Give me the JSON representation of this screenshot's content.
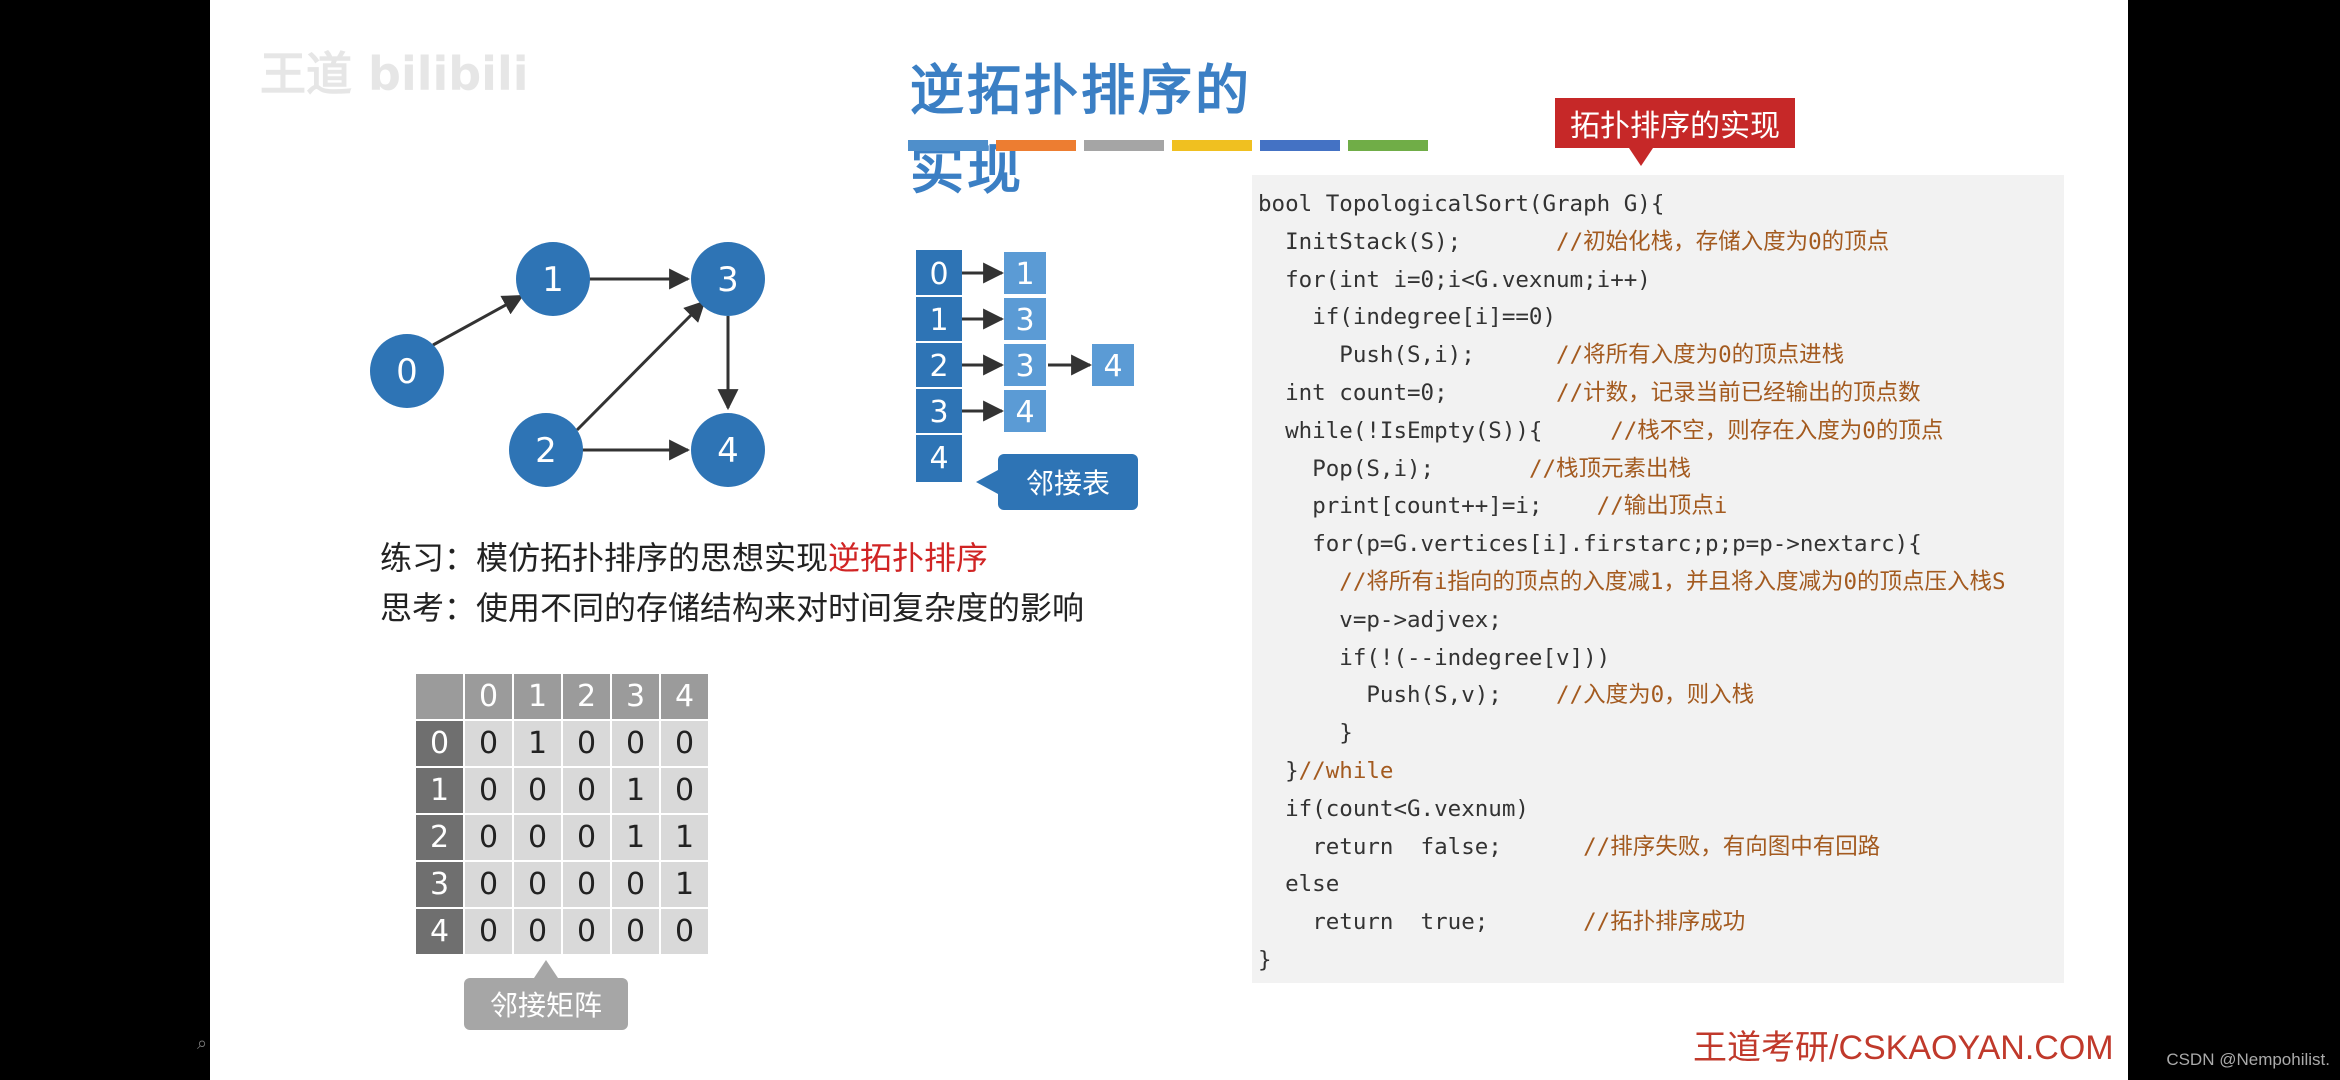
{
  "title": "逆拓扑排序的实现",
  "stripe_colors": [
    "#4f8fcb",
    "#ed7d31",
    "#a5a5a5",
    "#f0c020",
    "#4472c4",
    "#70ad47"
  ],
  "graph": {
    "nodes": [
      {
        "id": "0",
        "label": "0"
      },
      {
        "id": "1",
        "label": "1"
      },
      {
        "id": "2",
        "label": "2"
      },
      {
        "id": "3",
        "label": "3"
      },
      {
        "id": "4",
        "label": "4"
      }
    ],
    "edges": [
      [
        "0",
        "1"
      ],
      [
        "1",
        "3"
      ],
      [
        "2",
        "3"
      ],
      [
        "2",
        "4"
      ],
      [
        "3",
        "4"
      ]
    ]
  },
  "adjacency_list": {
    "label": "邻接表",
    "heads": [
      "0",
      "1",
      "2",
      "3",
      "4"
    ],
    "rows": [
      [
        "1"
      ],
      [
        "3"
      ],
      [
        "3",
        "4"
      ],
      [
        "4"
      ],
      []
    ]
  },
  "exercise": {
    "line1_prefix": "练习：模仿拓扑排序的思想实现",
    "line1_highlight": "逆拓扑排序",
    "line2": "思考：使用不同的存储结构来对时间复杂度的影响"
  },
  "matrix": {
    "label": "邻接矩阵",
    "headers": [
      "0",
      "1",
      "2",
      "3",
      "4"
    ],
    "rows": [
      [
        "0",
        "0",
        "1",
        "0",
        "0",
        "0"
      ],
      [
        "1",
        "0",
        "0",
        "0",
        "1",
        "0"
      ],
      [
        "2",
        "0",
        "0",
        "0",
        "1",
        "1"
      ],
      [
        "3",
        "0",
        "0",
        "0",
        "0",
        "1"
      ],
      [
        "4",
        "0",
        "0",
        "0",
        "0",
        "0"
      ]
    ]
  },
  "code_tag": "拓扑排序的实现",
  "code_lines": [
    {
      "indent": 0,
      "code": "bool TopologicalSort(Graph G){",
      "comment": ""
    },
    {
      "indent": 1,
      "code": "InitStack(S);       ",
      "comment": "//初始化栈，存储入度为0的顶点"
    },
    {
      "indent": 1,
      "code": "for(int i=0;i<G.vexnum;i++)",
      "comment": ""
    },
    {
      "indent": 2,
      "code": "if(indegree[i]==0)",
      "comment": ""
    },
    {
      "indent": 3,
      "code": "Push(S,i);      ",
      "comment": "//将所有入度为0的顶点进栈"
    },
    {
      "indent": 1,
      "code": "int count=0;        ",
      "comment": "//计数，记录当前已经输出的顶点数"
    },
    {
      "indent": 1,
      "code": "while(!IsEmpty(S)){     ",
      "comment": "//栈不空，则存在入度为0的顶点"
    },
    {
      "indent": 2,
      "code": "Pop(S,i);       ",
      "comment": "//栈顶元素出栈"
    },
    {
      "indent": 2,
      "code": "print[count++]=i;    ",
      "comment": "//输出顶点i"
    },
    {
      "indent": 2,
      "code": "for(p=G.vertices[i].firstarc;p;p=p->nextarc){",
      "comment": ""
    },
    {
      "indent": 3,
      "code": "",
      "comment": "//将所有i指向的顶点的入度减1，并且将入度减为0的顶点压入栈S"
    },
    {
      "indent": 3,
      "code": "v=p->adjvex;",
      "comment": ""
    },
    {
      "indent": 3,
      "code": "if(!(--indegree[v]))",
      "comment": ""
    },
    {
      "indent": 4,
      "code": "Push(S,v);    ",
      "comment": "//入度为0，则入栈"
    },
    {
      "indent": 3,
      "code": "}",
      "comment": ""
    },
    {
      "indent": 1,
      "code": "}",
      "comment": "//while"
    },
    {
      "indent": 1,
      "code": "if(count<G.vexnum)",
      "comment": ""
    },
    {
      "indent": 2,
      "code": "return  false;      ",
      "comment": "//排序失败，有向图中有回路"
    },
    {
      "indent": 1,
      "code": "else",
      "comment": ""
    },
    {
      "indent": 2,
      "code": "return  true;       ",
      "comment": "//拓扑排序成功"
    },
    {
      "indent": 0,
      "code": "}",
      "comment": ""
    }
  ],
  "footer": "王道考研/CSKAOYAN.COM",
  "csdn_watermark": "CSDN @Nempohilist.",
  "colors": {
    "title_blue": "#3b7fc4",
    "node_blue": "#2e74b5",
    "list_blue": "#5b9bd5",
    "highlight_red": "#d02424",
    "tag_red": "#c62828",
    "code_bg": "#f2f2f2"
  }
}
